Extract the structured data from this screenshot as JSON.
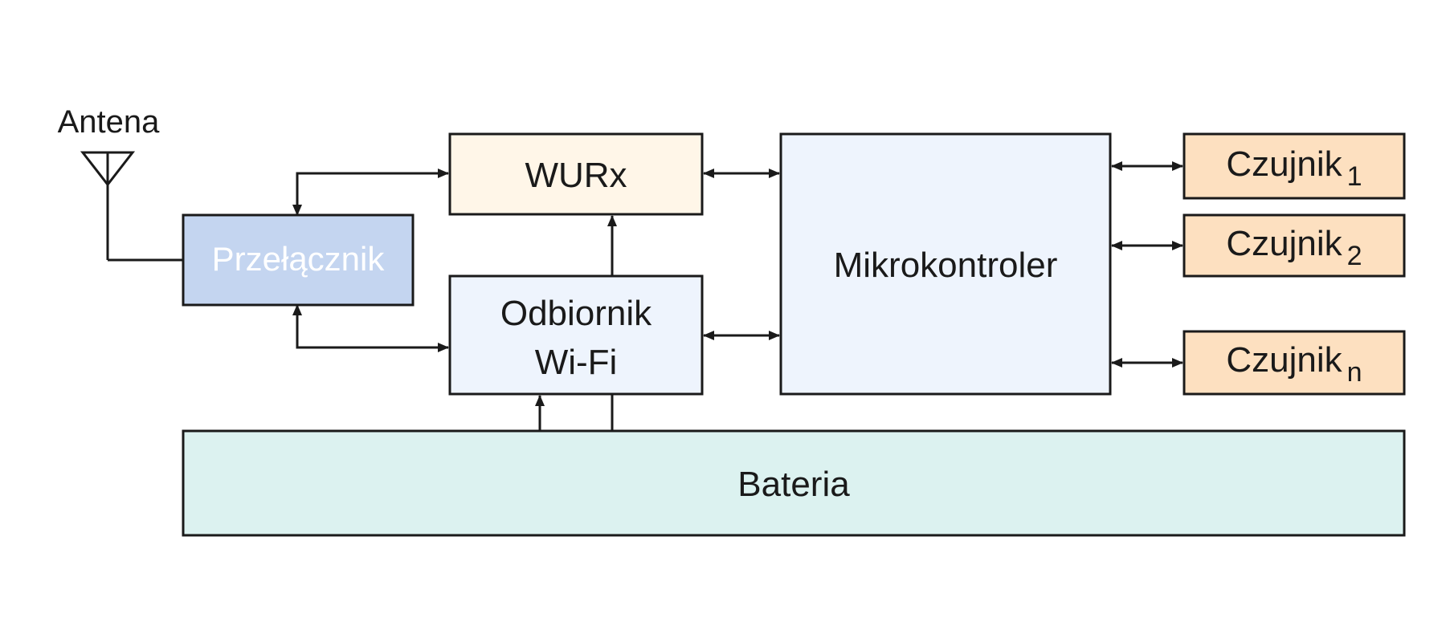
{
  "labels": {
    "antenna": "Antena",
    "switch": "Przełącznik",
    "wurx": "WURx",
    "wifi_line1": "Odbiornik",
    "wifi_line2": "Wi-Fi",
    "mcu": "Mikrokontroler",
    "battery": "Bateria",
    "sensor_base": "Czujnik",
    "sensor1_sub": "1",
    "sensor2_sub": "2",
    "sensorn_sub": "n"
  },
  "colors": {
    "switch_fill": "#c4d5f0",
    "switch_text": "#ffffff",
    "wurx_fill": "#fff6e8",
    "wifi_fill": "#eef4fd",
    "mcu_fill": "#eef4fd",
    "sensor_fill": "#fde0c0",
    "battery_fill": "#dcf2f0",
    "stroke": "#1a1a1a"
  }
}
